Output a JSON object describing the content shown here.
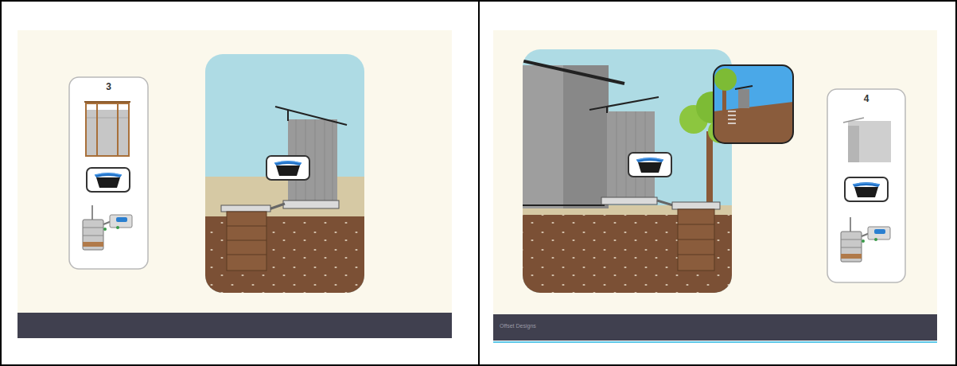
{
  "diagram": {
    "nodes": [
      {
        "text": [
          "3"
        ]
      },
      {
        "text": [
          "4"
        ]
      }
    ],
    "labels": [
      "Offset Designs"
    ]
  }
}
